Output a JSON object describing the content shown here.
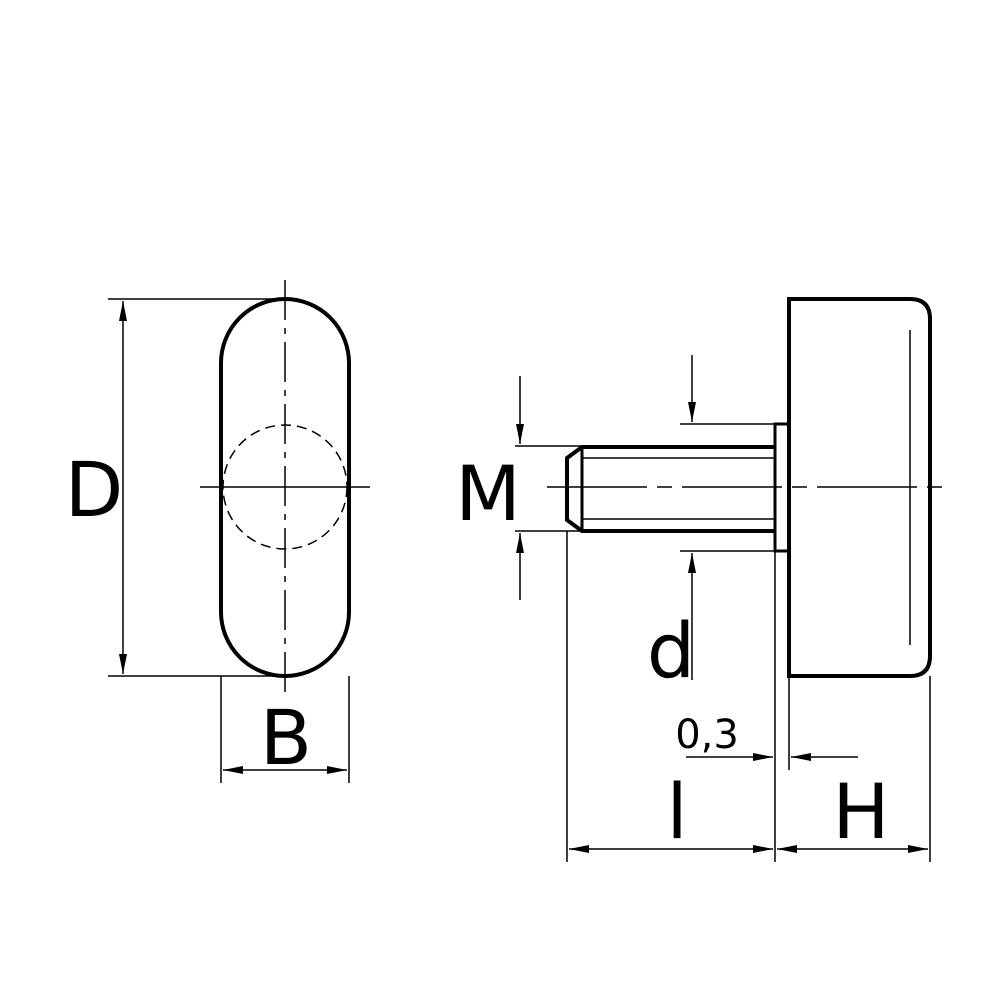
{
  "labels": {
    "D": "D",
    "B": "B",
    "M": "M",
    "d": "d",
    "gap": "0,3",
    "l": "l",
    "H": "H"
  },
  "colors": {
    "line": "#000000",
    "background": "#ffffff"
  }
}
